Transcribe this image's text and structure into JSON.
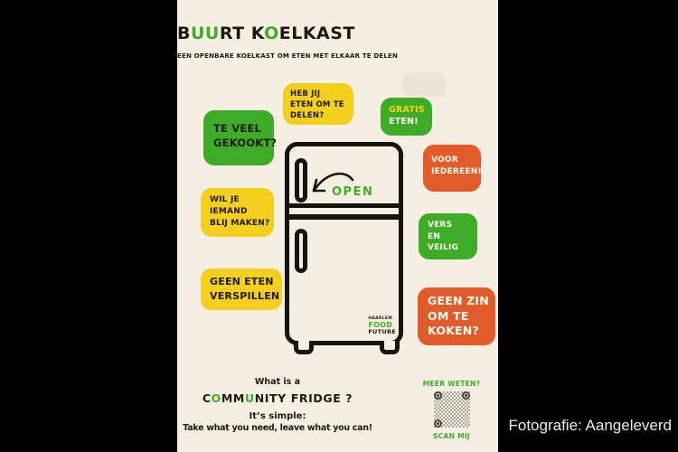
{
  "page": {
    "background": "#000000",
    "caption": "Fotografie: Aangeleverd"
  },
  "poster": {
    "background": "#F4EFE2",
    "colors": {
      "green": "#3EAC27",
      "yellow": "#F5CF1E",
      "orange": "#E25C2B",
      "cream": "#F4EFE2",
      "ink": "#1C1A12"
    },
    "title": {
      "p1": "B",
      "p2": "UU",
      "p3": "RT K",
      "p4": "O",
      "p5": "ELKAST"
    },
    "subtitle": "EEN OPENBARE KOELKAST OM ETEN MET ELKAAR TE DELEN",
    "bubbles": [
      {
        "name": "heb-jij",
        "color": "#F5CF1E",
        "lines": [
          "HEB JIJ",
          "ETEN OM TE",
          "DELEN?"
        ]
      },
      {
        "name": "te-veel",
        "color": "#3EAC27",
        "lines": [
          "TE VEEL",
          "GEKOOKT?"
        ]
      },
      {
        "name": "wil-je",
        "color": "#F5CF1E",
        "lines": [
          "WIL JE",
          "IEMAND",
          "BLIJ MAKEN?"
        ]
      },
      {
        "name": "geen-eten",
        "color": "#F5CF1E",
        "lines": [
          "GEEN ETEN",
          "VERSPILLEN"
        ]
      },
      {
        "name": "gratis",
        "color": "#3EAC27",
        "line_colors": [
          "#F5CF1E",
          "#FDFBF2"
        ],
        "lines": [
          "GRATIS",
          "ETEN!"
        ]
      },
      {
        "name": "voor-iedereen",
        "color": "#E25C2B",
        "lines": [
          "VOOR",
          "IEDEREEN!"
        ]
      },
      {
        "name": "vers",
        "color": "#3EAC27",
        "lines": [
          "VERS",
          "EN",
          "VEILIG"
        ]
      },
      {
        "name": "geen-zin",
        "color": "#E25C2B",
        "lines": [
          "GEEN ZIN",
          "OM TE",
          "KOKEN?"
        ]
      }
    ],
    "fridge": {
      "open_label": "OPEN",
      "logo": {
        "l1": "HAARLEM",
        "l2": "FOOD",
        "l3": "FUTURE"
      }
    },
    "footer": {
      "intro": "What is a",
      "community": {
        "p1": "C",
        "p2": "O",
        "p3": "MM",
        "p4": "U",
        "p5": "NITY FRIDGE ?"
      },
      "simple": "It’s simple:",
      "tagline": "Take what you need, leave what you can!"
    },
    "qr": {
      "more": "MEER WETEN?",
      "scan": "SCAN MIJ"
    }
  }
}
